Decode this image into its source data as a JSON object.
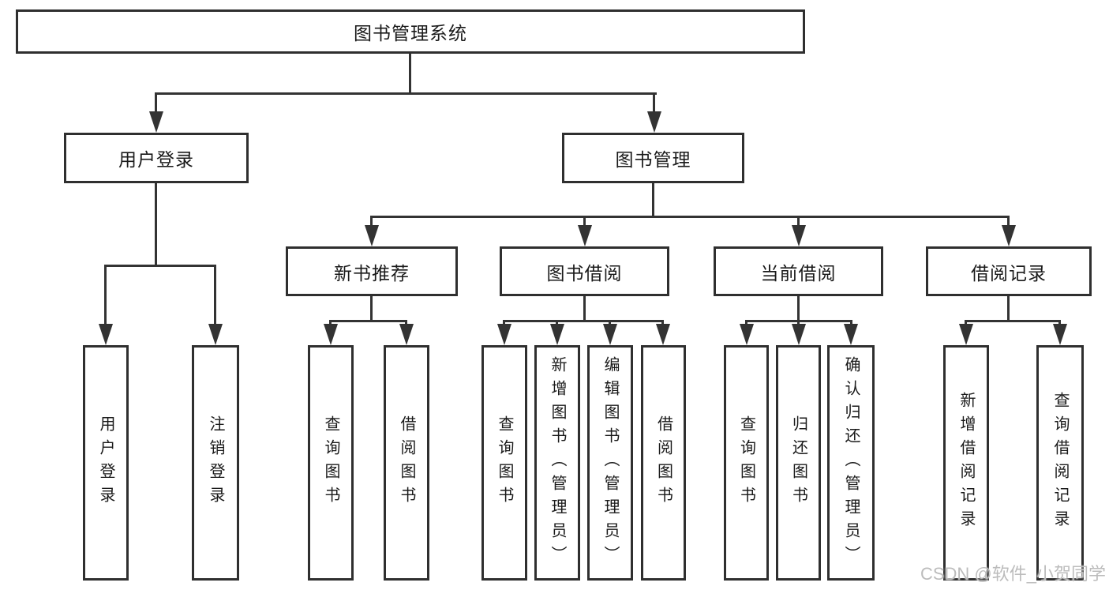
{
  "title": "图书管理系统",
  "level2": {
    "login": "用户登录",
    "management": "图书管理"
  },
  "level3": {
    "recommend": "新书推荐",
    "borrow": "图书借阅",
    "current": "当前借阅",
    "records": "借阅记录"
  },
  "leaves": {
    "login": [
      "用户登录",
      "注销登录"
    ],
    "recommend": [
      "查询图书",
      "借阅图书"
    ],
    "borrow": [
      "查询图书",
      "新增图书（管理员）",
      "编辑图书（管理员）",
      "借阅图书"
    ],
    "current": [
      "查询图书",
      "归还图书",
      "确认归还（管理员）"
    ],
    "records": [
      "新增借阅记录",
      "查询借阅记录"
    ]
  },
  "watermark": "CSDN @软件_小贺同学",
  "colors": {
    "line": "#333333",
    "text": "#1a1a1a",
    "background": "#ffffff",
    "watermark": "#bcbcbc"
  }
}
